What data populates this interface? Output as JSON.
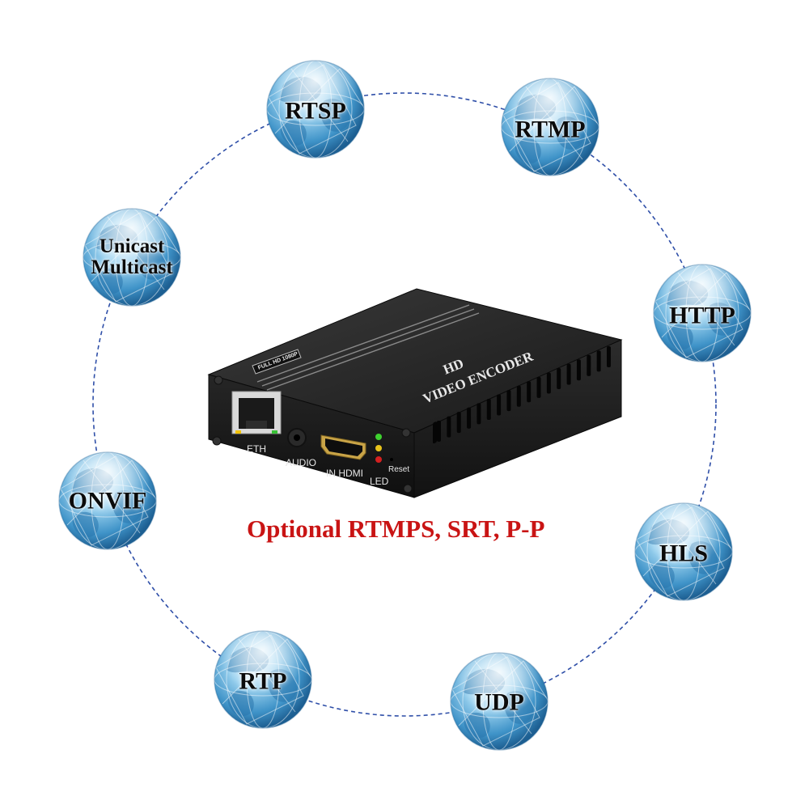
{
  "globes": [
    {
      "id": "rtsp",
      "lines": [
        "RTSP"
      ]
    },
    {
      "id": "rtmp",
      "lines": [
        "RTMP"
      ]
    },
    {
      "id": "unicast",
      "lines": [
        "Unicast",
        "Multicast"
      ]
    },
    {
      "id": "http",
      "lines": [
        "HTTP"
      ]
    },
    {
      "id": "onvif",
      "lines": [
        "ONVIF"
      ]
    },
    {
      "id": "hls",
      "lines": [
        "HLS"
      ]
    },
    {
      "id": "rtp",
      "lines": [
        "RTP"
      ]
    },
    {
      "id": "udp",
      "lines": [
        "UDP"
      ]
    }
  ],
  "headline": "Optional RTMPS, SRT, P-P",
  "device": {
    "top_line1": "HD",
    "top_line2": "VIDEO ENCODER",
    "badge": "FULL HD 1080P",
    "ports": {
      "eth": "ETH",
      "audio": "AUDIO",
      "hdmi": "IN HDMI",
      "led": "LED",
      "reset": "Reset"
    }
  },
  "colors": {
    "headline": "#c91414",
    "dashed_ring": "#2f4fa8",
    "device_body": "#1c1c1c",
    "globe": "#4aa3d6"
  },
  "icons": [
    "globe-icon",
    "ethernet-port-icon",
    "audio-jack-icon",
    "hdmi-port-icon",
    "led-indicator-icon"
  ]
}
